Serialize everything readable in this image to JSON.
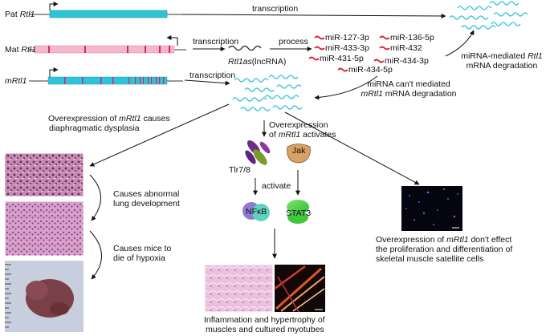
{
  "genes": {
    "pat": {
      "prefix": "Pat ",
      "gene": "Rtl1"
    },
    "mat": {
      "prefix": "Mat ",
      "gene": "Rtl1"
    },
    "m": {
      "gene": "mRtl1"
    }
  },
  "labels": {
    "transcription_top": "transcription",
    "transcription_mat": "transcription",
    "transcription_m": "transcription",
    "process": "process",
    "rtl1as_gene": "Rtl1as",
    "rtl1as_suffix": "(lncRNA)",
    "mirna_mediated_1a": "miRNA-mediated ",
    "mirna_mediated_1b": "Rtl1",
    "mirna_mediated_2": "mRNA degradation",
    "cant_1": "miRNA can't mediated",
    "cant_2a": "mRtl1",
    "cant_2b": " mRNA degradation",
    "overexp_left_1a": "Overexpression of ",
    "overexp_left_1b": "mRtl1",
    "overexp_left_1c": " causes",
    "overexp_left_2": "diaphragmatic dysplasia",
    "overexp_act_1": "Overexpression",
    "overexp_act_2a": "of ",
    "overexp_act_2b": "mRtl1",
    "overexp_act_2c": " activates",
    "tlr": "Tlr7/8",
    "jak": "Jak",
    "activate": "activate",
    "nfkb": "NFκB",
    "stat3": "STAT3",
    "causes_lung_1": "Causes abnormal",
    "causes_lung_2": "lung development",
    "causes_mice_1": "Causes mice to",
    "causes_mice_2": "die of hypoxia",
    "satellite_1a": "Overexpression of ",
    "satellite_1b": "mRtl1",
    "satellite_1c": " don't effect",
    "satellite_2": "the proliferation and differentiation of",
    "satellite_3": "skeletal muscle satellite cells",
    "inflam_1": "Inflammation and hypertrophy of",
    "inflam_2": "muscles and cultured myotubes"
  },
  "mirnas": [
    "miR-127-3p",
    "miR-136-5p",
    "miR-433-3p",
    "miR-432",
    "miR-431-5p",
    "miR-434-3p",
    "miR-434-5p"
  ],
  "colors": {
    "mrna": "#2ec4d6",
    "mat_gene": "#f6b6cc",
    "mat_mark": "#e0245e",
    "mirna": "#d91d2a",
    "tlr": "#6a2d8a",
    "tlr_alt": "#7a9a2a",
    "jak": "#d7a064",
    "nfkb_a": "#8e7bd6",
    "nfkb_b": "#5ed4c0",
    "stat3": "#52d64a"
  }
}
